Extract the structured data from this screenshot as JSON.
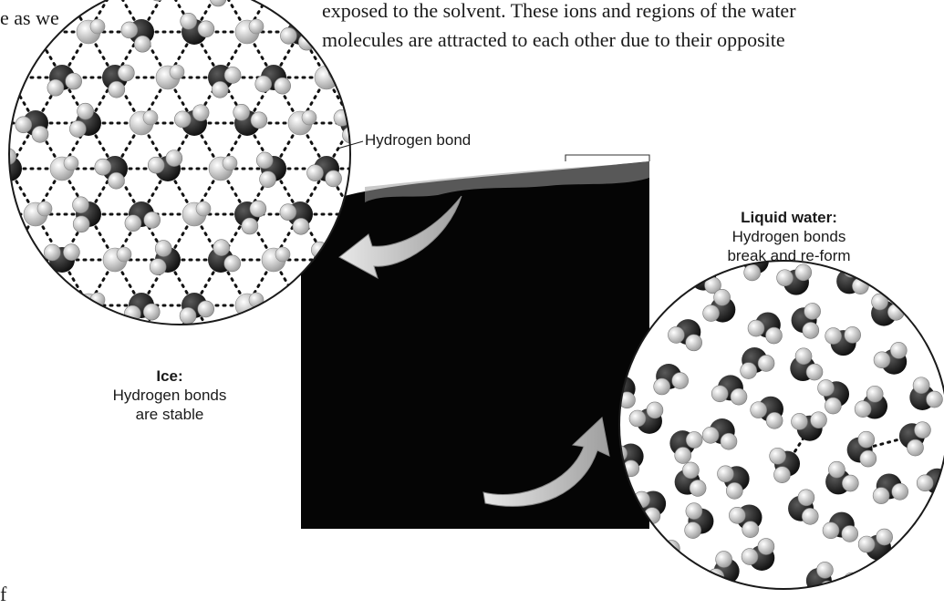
{
  "text_fragments": {
    "left_top": "e as we",
    "right_line1": "exposed to the solvent. These ions and regions of the water",
    "right_line2": "molecules are attracted to each other due to their opposite",
    "bottom_left": "f"
  },
  "labels": {
    "hydrogen_bond": "Hydrogen bond",
    "ice_title": "Ice:",
    "ice_line1": "Hydrogen bonds",
    "ice_line2": "are stable",
    "liquid_title": "Liquid water:",
    "liquid_line1": "Hydrogen bonds",
    "liquid_line2": "break and re-form"
  },
  "colors": {
    "oxygen": "#141414",
    "hydrogen": "#dcdcdc",
    "photo_bg": "#050505",
    "arrow": "#bdbdbd",
    "text": "#1a1a1a"
  }
}
